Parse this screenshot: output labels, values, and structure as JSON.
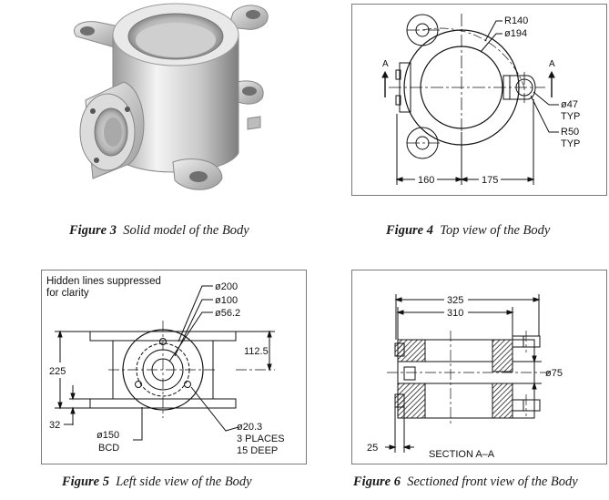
{
  "figures": [
    {
      "id": "fig3",
      "number": "Figure 3",
      "caption": "Solid model of the Body"
    },
    {
      "id": "fig4",
      "number": "Figure 4",
      "caption": "Top view of the Body"
    },
    {
      "id": "fig5",
      "number": "Figure 5",
      "caption": "Left side view of the Body"
    },
    {
      "id": "fig6",
      "number": "Figure 6",
      "caption": "Sectioned front view of the Body"
    }
  ],
  "fig4_labels": {
    "r140": "R140",
    "d194": "ø194",
    "d47": "ø47",
    "typ1": "TYP",
    "r50": "R50",
    "typ2": "TYP",
    "dim160": "160",
    "dim175": "175",
    "sectionA_left": "A",
    "sectionA_right": "A"
  },
  "fig5_labels": {
    "note_line1": "Hidden lines suppressed",
    "note_line2": "for clarity",
    "d200": "ø200",
    "d100": "ø100",
    "d56": "ø56.2",
    "dim1125": "112.5",
    "dim225": "225",
    "dim32": "32",
    "d150": "ø150",
    "bcd": "BCD",
    "d203": "ø20.3",
    "places": "3 PLACES",
    "deep": "15 DEEP"
  },
  "fig6_labels": {
    "dim325": "325",
    "dim310": "310",
    "d75": "ø75",
    "dim25": "25",
    "section": "SECTION A–A"
  },
  "colors": {
    "frame": "#7a7a7a",
    "hatch": "#222222",
    "metal_light": "#e4e4e4",
    "metal_dark": "#8c8c8c"
  }
}
